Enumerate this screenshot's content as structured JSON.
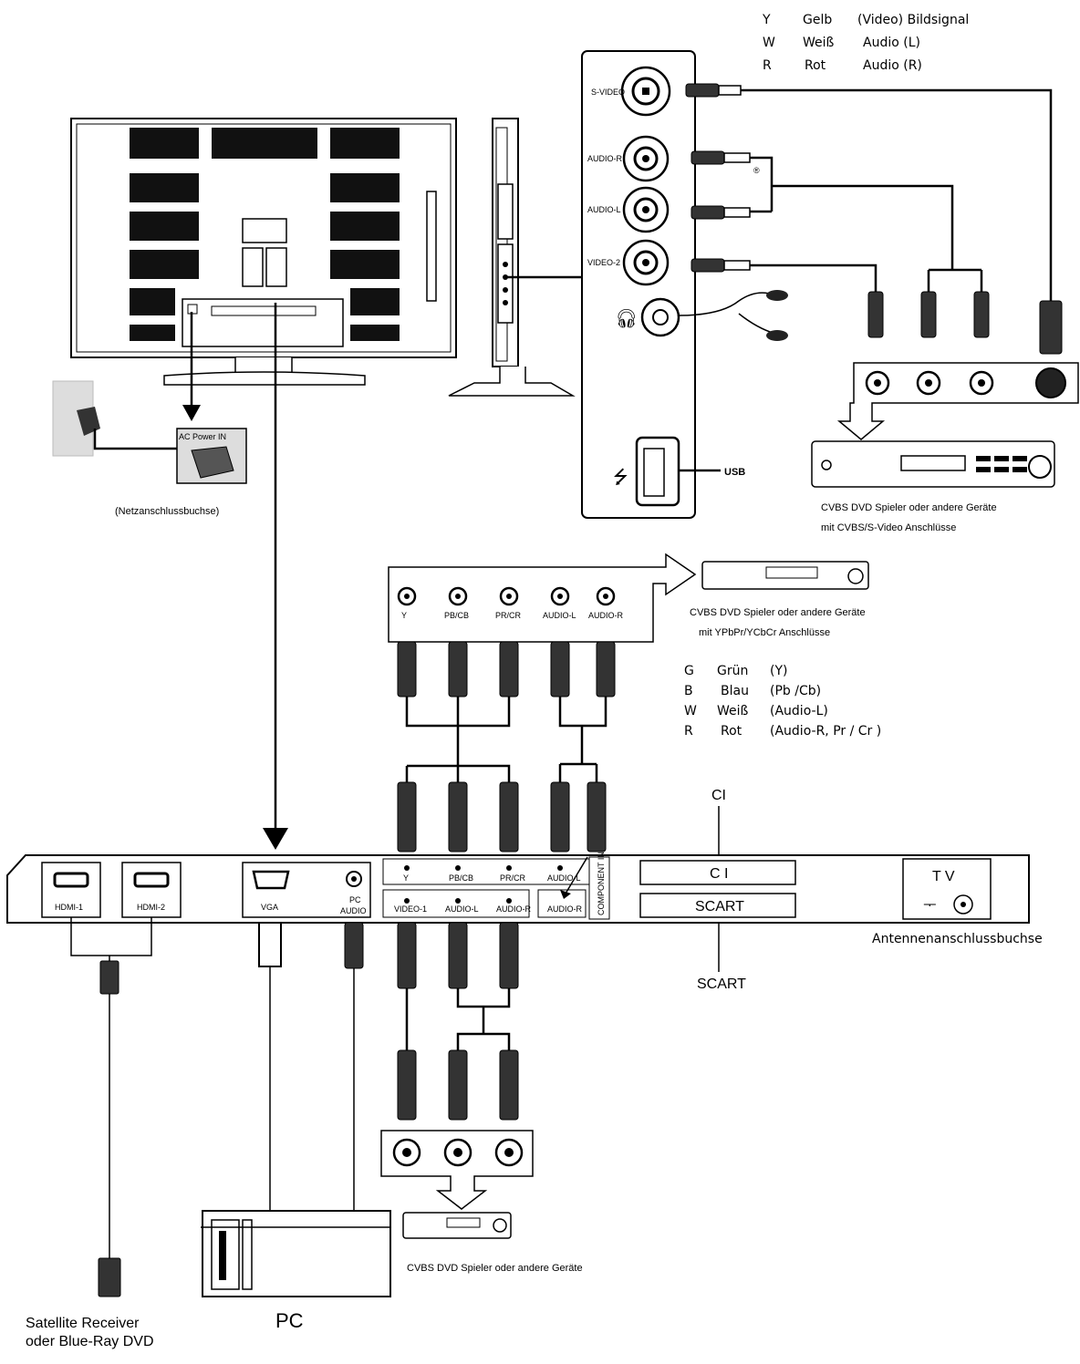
{
  "legend_top": [
    {
      "code": "Y",
      "color": "Gelb",
      "signal": "(Video) Bildsignal"
    },
    {
      "code": "W",
      "color": "Weiß",
      "signal": "Audio (L)"
    },
    {
      "code": "R",
      "color": "Rot",
      "signal": "Audio (R)"
    }
  ],
  "legend_mid": [
    {
      "code": "G",
      "color": "Grün",
      "signal": "(Y)"
    },
    {
      "code": "B",
      "color": "Blau",
      "signal": "(Pb /Cb)"
    },
    {
      "code": "W",
      "color": "Weiß",
      "signal": "(Audio-L)"
    },
    {
      "code": "R",
      "color": "Rot",
      "signal": "(Audio-R, Pr / Cr )"
    }
  ],
  "side_panel": {
    "svideo": "S-VIDEO",
    "audio_r": "AUDIO-R",
    "audio_l": "AUDIO-L",
    "video2": "VIDEO-2",
    "usb": "USB"
  },
  "power": {
    "ac_in": "AC Power IN",
    "caption": "(Netzanschlussbuchse)"
  },
  "devices": {
    "dvd_cvbs_svideo": [
      "CVBS DVD Spieler oder andere Geräte",
      "mit CVBS/S-Video Anschlüsse"
    ],
    "dvd_ypbpr": [
      "CVBS DVD Spieler oder andere Geräte",
      "mit YPbPr/YCbCr Anschlüsse"
    ],
    "dvd_cvbs": "CVBS DVD Spieler oder andere Geräte",
    "satellite": [
      "Satellite Receiver",
      "oder Blue-Ray DVD"
    ],
    "pc": "PC"
  },
  "component_box": [
    "Y",
    "PB/CB",
    "PR/CR",
    "AUDIO-L",
    "AUDIO-R"
  ],
  "bottom_panel": {
    "hdmi1": "HDMI-1",
    "hdmi2": "HDMI-2",
    "vga": "VGA",
    "pc_audio": [
      "PC",
      "AUDIO"
    ],
    "comp_row": [
      "Y",
      "PB/CB",
      "PR/CR",
      "AUDIO-L"
    ],
    "av_row": [
      "VIDEO-1",
      "AUDIO-L",
      "AUDIO-R"
    ],
    "audio_r": "AUDIO-R",
    "component_in": "COMPONENT IN",
    "ci": "C I",
    "scart": "SCART",
    "tv": "T V",
    "ci_label": "CI",
    "scart_label": "SCART",
    "antenna": "Antennenanschlussbuchse"
  }
}
